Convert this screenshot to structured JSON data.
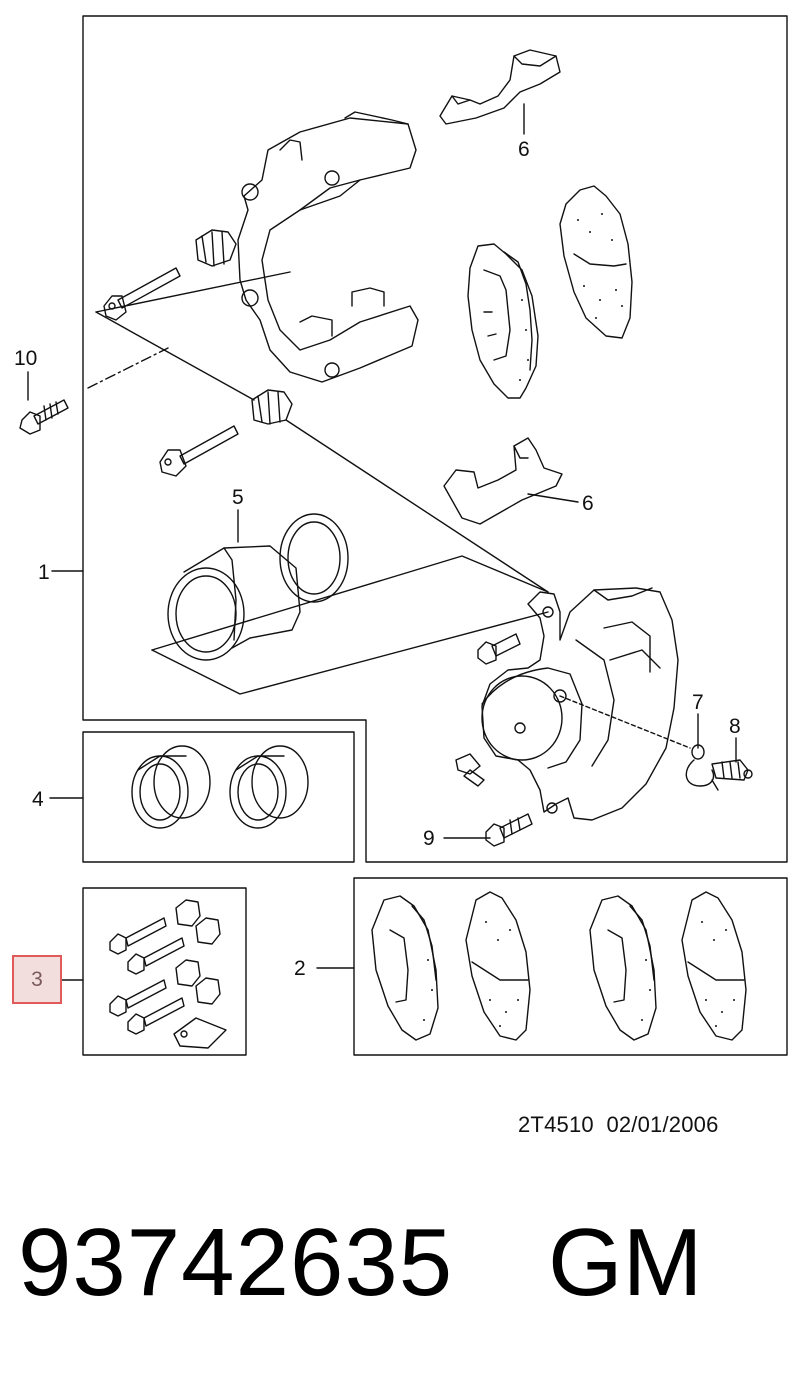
{
  "callouts": {
    "c1": "1",
    "c2": "2",
    "c3": "3",
    "c4": "4",
    "c5": "5",
    "c6a": "6",
    "c6b": "6",
    "c7": "7",
    "c8": "8",
    "c9": "9",
    "c10": "10"
  },
  "reference": "2T4510  02/01/2006",
  "part_number": "93742635",
  "brand": "GM",
  "highlight_color": "#e05a5a"
}
